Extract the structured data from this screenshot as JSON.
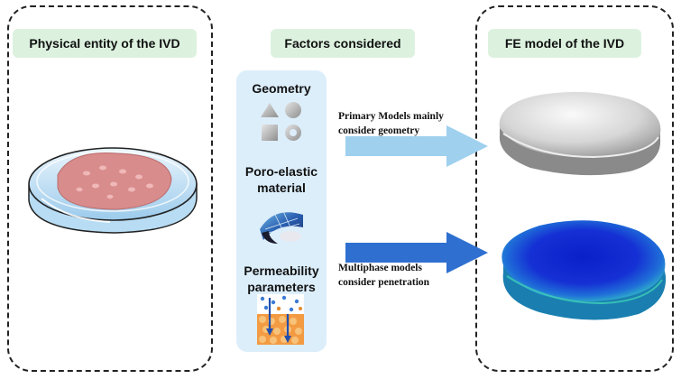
{
  "left_panel": {
    "title": "Physical entity of the IVD"
  },
  "middle_panel": {
    "title": "Factors considered",
    "factors": [
      {
        "label": "Geometry",
        "icon": "geometry-shapes-icon"
      },
      {
        "label": "Poro-elastic material",
        "line1": "Poro-elastic",
        "line2": "material",
        "icon": "porous-material-icon"
      },
      {
        "label": "Permeability parameters",
        "line1": "Permeability",
        "line2": "parameters",
        "icon": "permeability-icon"
      }
    ]
  },
  "right_panel": {
    "title": "FE model of the IVD"
  },
  "arrows": [
    {
      "line1": "Primary Models mainly",
      "line2": "consider geometry",
      "color": "#9fd0ee"
    },
    {
      "line1": "Multiphase models",
      "line2": "consider penetration",
      "color": "#2f6fd0"
    }
  ],
  "colors": {
    "pill_bg": "#dcf2df",
    "factor_panel_bg": "#dceefa",
    "disc_ring": "#bfe0f5",
    "nucleus": "#d98c8c",
    "fe_gray": "#cfcfcf",
    "fe_blue": "#1f3fd6"
  }
}
